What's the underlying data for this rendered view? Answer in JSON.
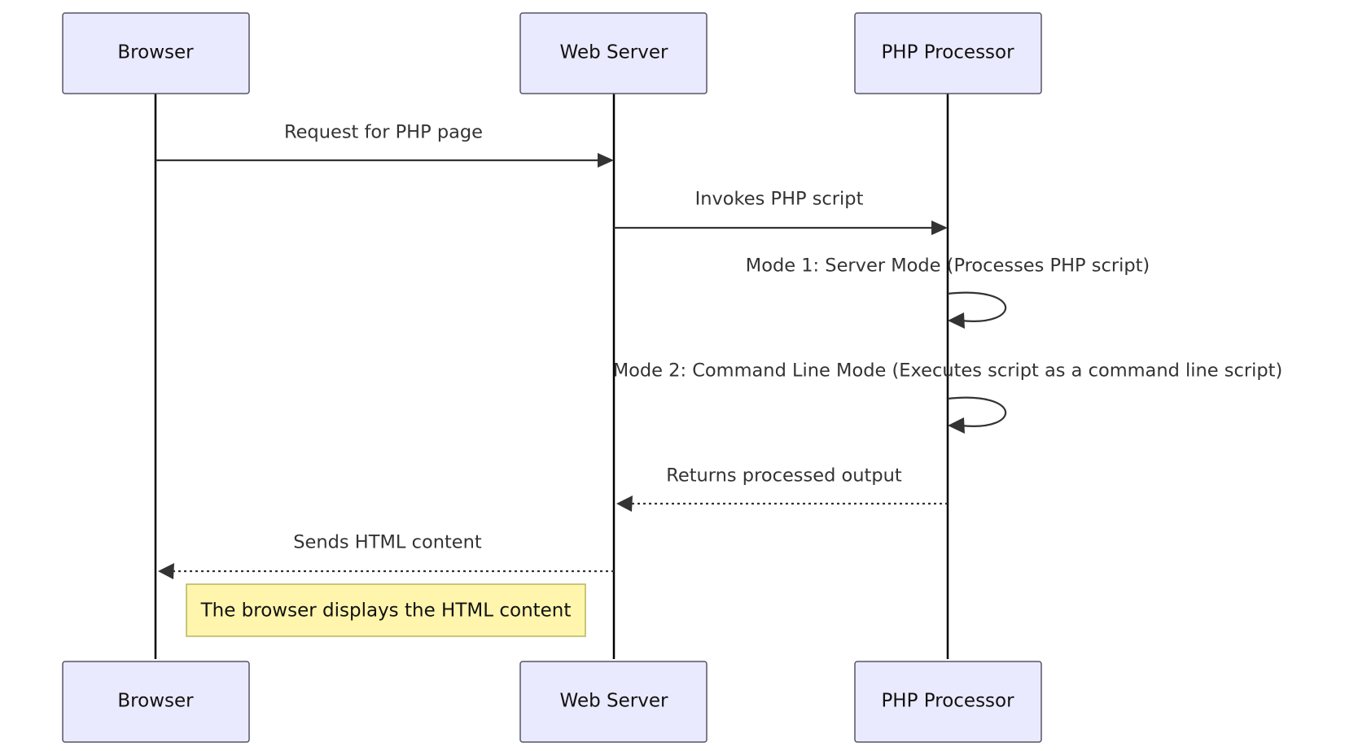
{
  "participants": [
    {
      "id": "browser",
      "label": "Browser"
    },
    {
      "id": "webserver",
      "label": "Web Server"
    },
    {
      "id": "php",
      "label": "PHP Processor"
    }
  ],
  "messages": [
    {
      "from": "browser",
      "to": "webserver",
      "text": "Request for PHP page",
      "style": "solid"
    },
    {
      "from": "webserver",
      "to": "php",
      "text": "Invokes PHP script",
      "style": "solid"
    },
    {
      "from": "php",
      "to": "php",
      "text": "Mode 1: Server Mode (Processes PHP script)",
      "style": "solid"
    },
    {
      "from": "php",
      "to": "php",
      "text": "Mode 2: Command Line Mode (Executes script as a command line script)",
      "style": "solid"
    },
    {
      "from": "php",
      "to": "webserver",
      "text": "Returns processed output",
      "style": "dotted"
    },
    {
      "from": "webserver",
      "to": "browser",
      "text": "Sends HTML content",
      "style": "dotted"
    }
  ],
  "note": {
    "text": "The browser displays the HTML content",
    "placement": "right of Browser"
  },
  "colors": {
    "actor_fill": "#eaeaff",
    "actor_border": "#555566",
    "line": "#333333",
    "note_fill": "#fff5ad",
    "note_border": "#b6b55c"
  }
}
